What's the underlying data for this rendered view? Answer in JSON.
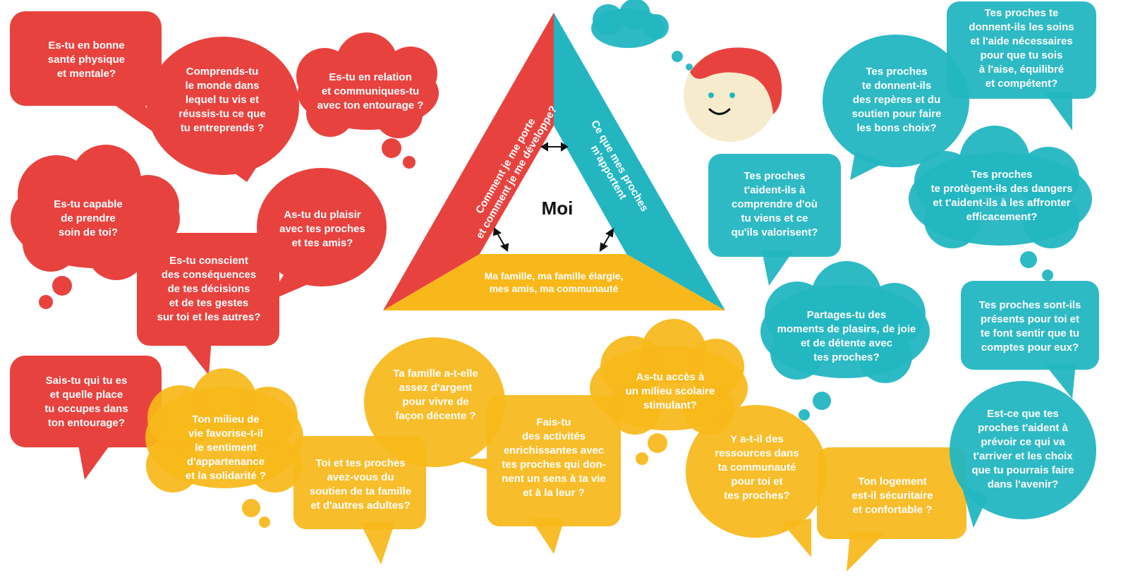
{
  "colors": {
    "red": "#e8423f",
    "teal": "#23b6c1",
    "yellow": "#f8b81a",
    "face": "#f6eccd",
    "hair": "#e8423f"
  },
  "center": {
    "label": "Moi",
    "left_side": "Comment je me porte\net comment je me développe?",
    "right_side": "Ce que mes proches\nm'apportent",
    "bottom_side": "Ma famille, ma famille élargie,\nmes amis, ma communauté"
  },
  "red_bubbles": [
    {
      "text": "Es-tu en bonne\nsanté physique\net mentale?"
    },
    {
      "text": "Comprends-tu\nle monde dans\nlequel tu vis et\nréussis-tu ce que\ntu entreprends ?"
    },
    {
      "text": "Es-tu en relation\net communiques-tu\navec ton entourage ?"
    },
    {
      "text": "Es-tu capable\nde prendre\nsoin de toi?"
    },
    {
      "text": "As-tu du plaisir\navec tes proches\net tes amis?"
    },
    {
      "text": "Es-tu conscient\ndes conséquences\nde tes décisions\net de tes gestes\nsur toi et les autres?"
    },
    {
      "text": "Sais-tu qui tu es\net quelle place\ntu occupes dans\nton entourage?"
    }
  ],
  "yellow_bubbles": [
    {
      "text": "Ton milieu de\nvie favorise-t-il\nle sentiment\nd'appartenance\net la solidarité ?"
    },
    {
      "text": "Toi et tes proches\navez-vous du\nsoutien de ta famille\net d'autres adultes?"
    },
    {
      "text": "Ta famille a-t-elle\nassez d'argent\npour vivre de\nfaçon décente ?"
    },
    {
      "text": "Fais-tu\ndes activités\nenrichissantes avec\ntes proches qui don-\nnent un sens à ta vie\net à la leur ?"
    },
    {
      "text": "As-tu accès à\nun milieu scolaire\nstimulant?"
    },
    {
      "text": "Y a-t-il des\nressources dans\nta communauté\npour toi et\ntes proches?"
    },
    {
      "text": "Ton logement\nest-il sécuritaire\net confortable ?"
    }
  ],
  "teal_bubbles": [
    {
      "text": "Tes proches te\ndonnent-ils les soins\net l'aide nécessaires\npour que tu sois\nà l'aise, équilibré\net compétent?"
    },
    {
      "text": "Tes proches\nte donnent-ils\ndes repères et du\nsoutien pour faire\nles bons choix?"
    },
    {
      "text": "Tes proches\nt'aident-ils à\ncomprendre d'où\ntu viens et ce\nqu'ils valorisent?"
    },
    {
      "text": "Tes proches\nte protègent-ils des dangers\net t'aident-ils à les affronter\nefficacement?"
    },
    {
      "text": "Partages-tu des\nmoments de plasirs, de joie\net de détente avec\ntes proches?"
    },
    {
      "text": "Tes proches sont-ils\nprésents pour toi et\nte font sentir que tu\ncomptes pour eux?"
    },
    {
      "text": "Est-ce que tes\nproches t'aident à\nprévoir ce qui va\nt'arriver et les choix\nque tu pourrais faire\ndans l'avenir?"
    }
  ]
}
